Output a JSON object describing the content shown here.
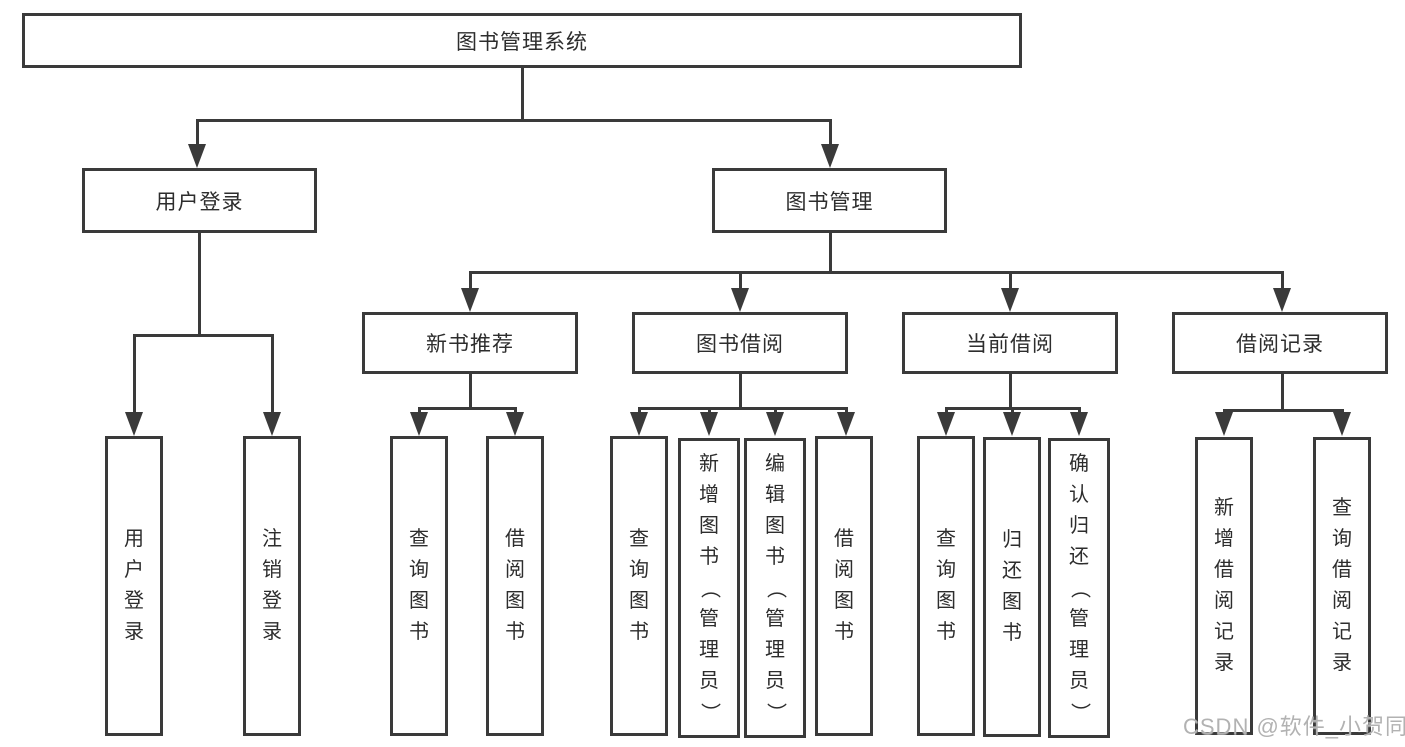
{
  "diagram": {
    "type": "tree",
    "root": {
      "label": "图书管理系统"
    },
    "level2": {
      "user_login": {
        "label": "用户登录"
      },
      "book_management": {
        "label": "图书管理"
      }
    },
    "level3": {
      "new_book_recommend": {
        "label": "新书推荐"
      },
      "book_borrow": {
        "label": "图书借阅"
      },
      "current_borrow": {
        "label": "当前借阅"
      },
      "borrow_records": {
        "label": "借阅记录"
      }
    },
    "leaves": {
      "user_login": [
        "用户登录",
        "注销登录"
      ],
      "new_book_recommend": [
        "查询图书",
        "借阅图书"
      ],
      "book_borrow": [
        "查询图书",
        "新增图书（管理员）",
        "编辑图书（管理员）",
        "借阅图书"
      ],
      "current_borrow": [
        "查询图书",
        "归还图书",
        "确认归还（管理员）"
      ],
      "borrow_records": [
        "新增借阅记录",
        "查询借阅记录"
      ]
    }
  },
  "watermark": {
    "text": "CSDN @软件_小贺同学"
  },
  "colors": {
    "line": "#3a3a3a",
    "text": "#2d2d2d",
    "background": "#ffffff",
    "watermark": "#b2b2b2"
  }
}
